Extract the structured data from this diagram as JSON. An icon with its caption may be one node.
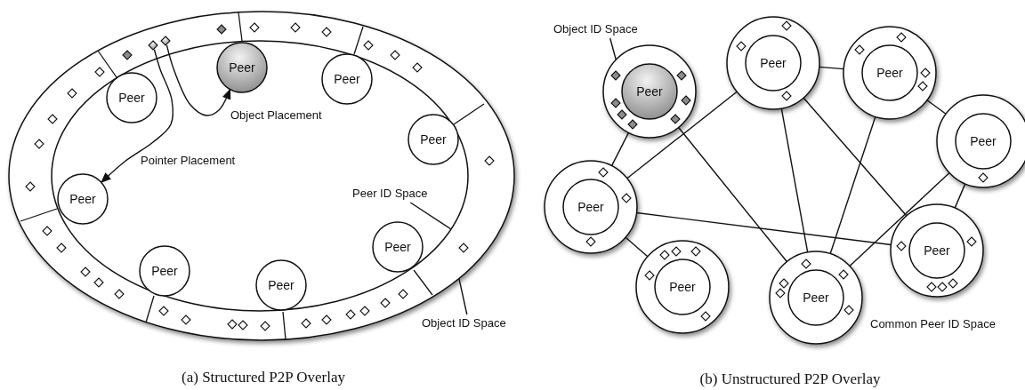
{
  "diagram": {
    "nodes": [
      {
        "text": [],
        "shape": "ellipse"
      },
      {
        "text": [],
        "shape": "diamond",
        "in": 0
      },
      {
        "text": [],
        "shape": "diamond",
        "in": 0
      },
      {
        "text": [
          "Peer"
        ],
        "in": 0
      },
      {
        "text": [
          "Peer"
        ],
        "in": 0
      },
      {
        "text": [
          "Peer"
        ],
        "in": 0
      },
      {
        "text": [
          "Peer"
        ],
        "in": 0
      },
      {
        "text": [
          "Peer"
        ],
        "in": 0
      },
      {
        "text": [
          "Peer"
        ],
        "in": 0
      },
      {
        "text": [
          "Peer"
        ],
        "in": 0
      },
      {
        "text": [
          "Peer"
        ],
        "in": 0
      },
      {
        "text": [
          "Peer ID Space"
        ],
        "in": 0
      },
      {
        "text": [
          "Object ID Space"
        ]
      },
      {
        "text": [
          "Object ID Space"
        ]
      },
      {
        "text": [],
        "shape": "circle"
      },
      {
        "text": [
          "Peer"
        ],
        "in": 14
      },
      {
        "text": [],
        "shape": "circle"
      },
      {
        "text": [
          "Peer"
        ],
        "in": 16
      },
      {
        "text": [],
        "shape": "circle"
      },
      {
        "text": [
          "Peer"
        ],
        "in": 18
      },
      {
        "text": [],
        "shape": "circle"
      },
      {
        "text": [
          "Peer"
        ],
        "in": 20
      },
      {
        "text": [],
        "shape": "circle"
      },
      {
        "text": [
          "Peer"
        ],
        "in": 22
      },
      {
        "text": [],
        "shape": "circle"
      },
      {
        "text": [
          "Peer"
        ],
        "in": 24
      },
      {
        "text": [],
        "shape": "circle"
      },
      {
        "text": [
          "Peer"
        ],
        "in": 26
      },
      {
        "text": [],
        "shape": "circle"
      },
      {
        "text": [
          "Peer"
        ],
        "in": 28
      }
    ],
    "edges": [
      {
        "from": 2,
        "to": 3,
        "arrow": "to",
        "label": "Object Placement"
      },
      {
        "from": 1,
        "to": 7,
        "arrow": "to",
        "label": "Pointer Placement"
      },
      {
        "from": 11,
        "to": null,
        "arrow": "none"
      },
      {
        "from": 12,
        "to": 0,
        "arrow": "none"
      },
      {
        "from": 13,
        "to": 14,
        "arrow": "none"
      },
      {
        "from": 14,
        "to": 22,
        "arrow": "none"
      },
      {
        "from": 14,
        "to": 28,
        "arrow": "none"
      },
      {
        "from": 22,
        "to": 16,
        "arrow": "none"
      },
      {
        "from": 16,
        "to": 18,
        "arrow": "none"
      },
      {
        "from": 16,
        "to": 28,
        "arrow": "none"
      },
      {
        "from": 16,
        "to": 24,
        "arrow": "none"
      },
      {
        "from": 18,
        "to": 28,
        "arrow": "none"
      },
      {
        "from": 18,
        "to": 20,
        "arrow": "none"
      },
      {
        "from": 20,
        "to": 24,
        "arrow": "none"
      },
      {
        "from": 20,
        "to": 28,
        "arrow": "none"
      },
      {
        "from": 22,
        "to": 24,
        "arrow": "none"
      },
      {
        "from": 22,
        "to": 26,
        "arrow": "none"
      }
    ],
    "labels": [
      "Common Peer ID Space",
      "(a) Structured P2P Overlay",
      "(b) Unstructured P2P Overlay"
    ]
  }
}
